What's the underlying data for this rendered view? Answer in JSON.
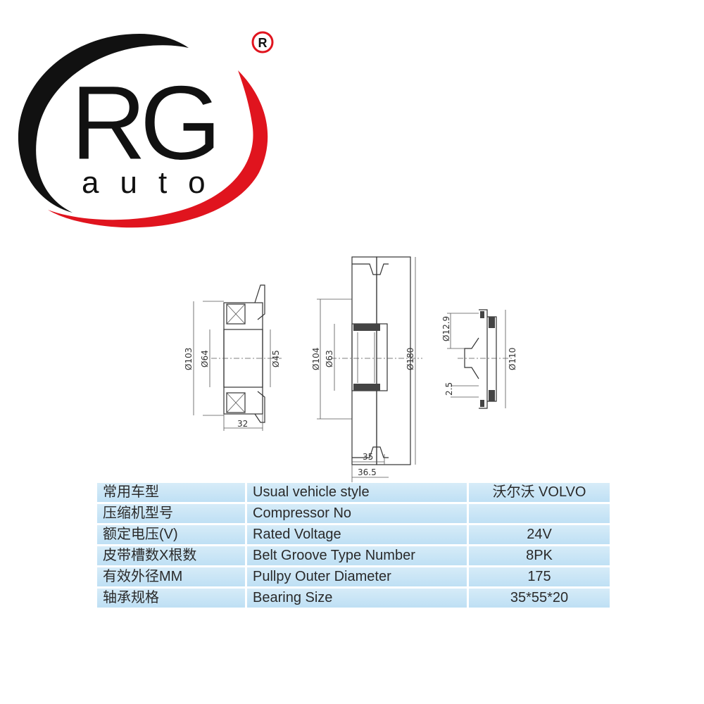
{
  "logo": {
    "letters": "RG",
    "sub": "auto",
    "registered": "R",
    "colors": {
      "swoosh_dark": "#111111",
      "swoosh_red": "#e0141e"
    }
  },
  "drawing": {
    "part1": {
      "outer_dia": "Ø103",
      "inner_dia": "Ø64",
      "bore_dia": "Ø45",
      "width": "32"
    },
    "part2": {
      "outer_dia": "Ø104",
      "bearing_dia": "Ø63",
      "pulley_dia": "Ø180",
      "width_inner": "35",
      "width_outer": "36.5"
    },
    "part3": {
      "hub_dia": "Ø12.9",
      "offset": "2.5",
      "plate_dia": "Ø110"
    }
  },
  "table": {
    "rows": [
      {
        "cn": "常用车型",
        "en": "Usual vehicle style",
        "value": "沃尔沃 VOLVO"
      },
      {
        "cn": "压缩机型号",
        "en": "Compressor No",
        "value": ""
      },
      {
        "cn": "额定电压(V)",
        "en": "Rated Voltage",
        "value": "24V"
      },
      {
        "cn": "皮带槽数X根数",
        "en": "Belt Groove Type Number",
        "value": "8PK"
      },
      {
        "cn": "有效外径MM",
        "en": "Pullpy Outer Diameter",
        "value": "175"
      },
      {
        "cn": "轴承规格",
        "en": "Bearing Size",
        "value": "35*55*20"
      }
    ]
  }
}
